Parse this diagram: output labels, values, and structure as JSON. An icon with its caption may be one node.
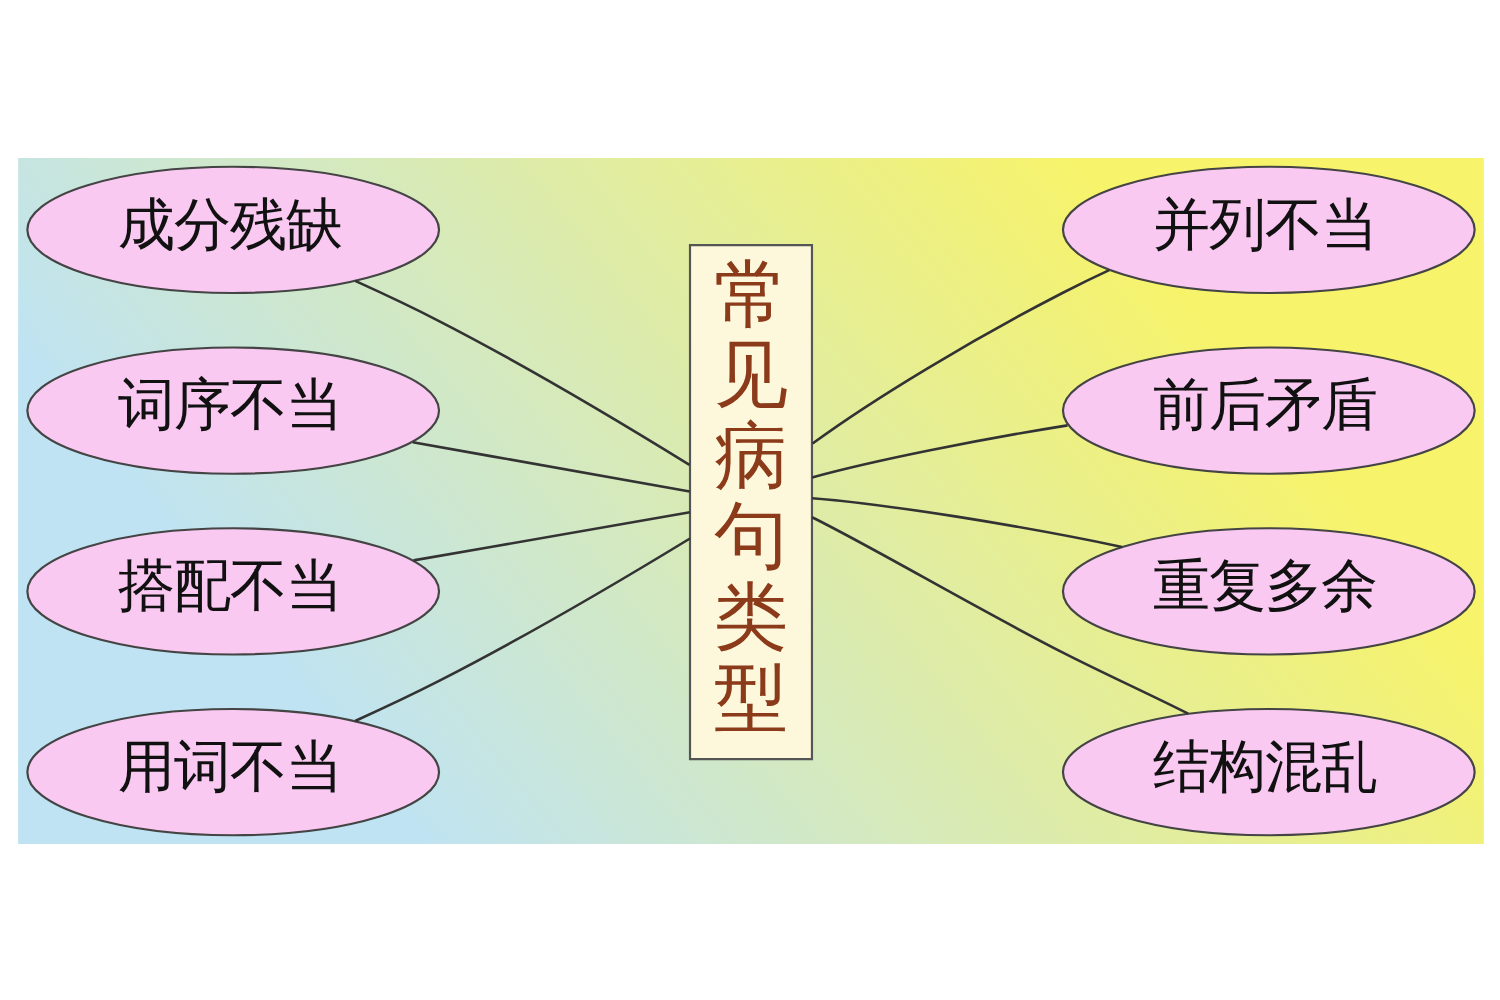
{
  "diagram": {
    "nodes": [
      {
        "text": [
          "常见病句类型"
        ]
      },
      {
        "text": [
          "成分残缺"
        ]
      },
      {
        "text": [
          "词序不当"
        ]
      },
      {
        "text": [
          "搭配不当"
        ]
      },
      {
        "text": [
          "用词不当"
        ]
      },
      {
        "text": [
          "并列不当"
        ]
      },
      {
        "text": [
          "前后矛盾"
        ]
      },
      {
        "text": [
          "重复多余"
        ]
      },
      {
        "text": [
          "结构混乱"
        ]
      }
    ],
    "edges": [
      {
        "from": 1,
        "to": 0,
        "arrow": "none"
      },
      {
        "from": 2,
        "to": 0,
        "arrow": "none"
      },
      {
        "from": 3,
        "to": 0,
        "arrow": "none"
      },
      {
        "from": 4,
        "to": 0,
        "arrow": "none"
      },
      {
        "from": 5,
        "to": 0,
        "arrow": "none"
      },
      {
        "from": 6,
        "to": 0,
        "arrow": "none"
      },
      {
        "from": 7,
        "to": 0,
        "arrow": "none"
      },
      {
        "from": 8,
        "to": 0,
        "arrow": "none"
      }
    ]
  }
}
